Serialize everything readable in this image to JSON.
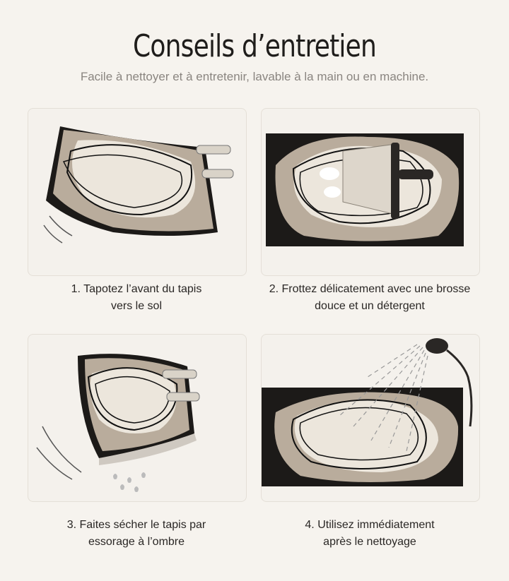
{
  "header": {
    "title": "Conseils d’entretien",
    "subtitle": "Facile à nettoyer et à entretenir, lavable à la main ou en machine."
  },
  "steps": [
    {
      "line1": "1. Tapotez l’avant du tapis",
      "line2": "vers le sol"
    },
    {
      "line1": "2. Frottez délicatement avec une brosse",
      "line2": "douce et un détergent"
    },
    {
      "line1": "3. Faites sécher le tapis par",
      "line2": "essorage à l’ombre"
    },
    {
      "line1": "4. Utilisez immédiatement",
      "line2": "après le nettoyage"
    }
  ],
  "colors": {
    "background": "#f6f3ee",
    "rug_dark": "#1c1a18",
    "rug_mid": "#b9ac9c",
    "rug_light": "#ece6dc"
  }
}
